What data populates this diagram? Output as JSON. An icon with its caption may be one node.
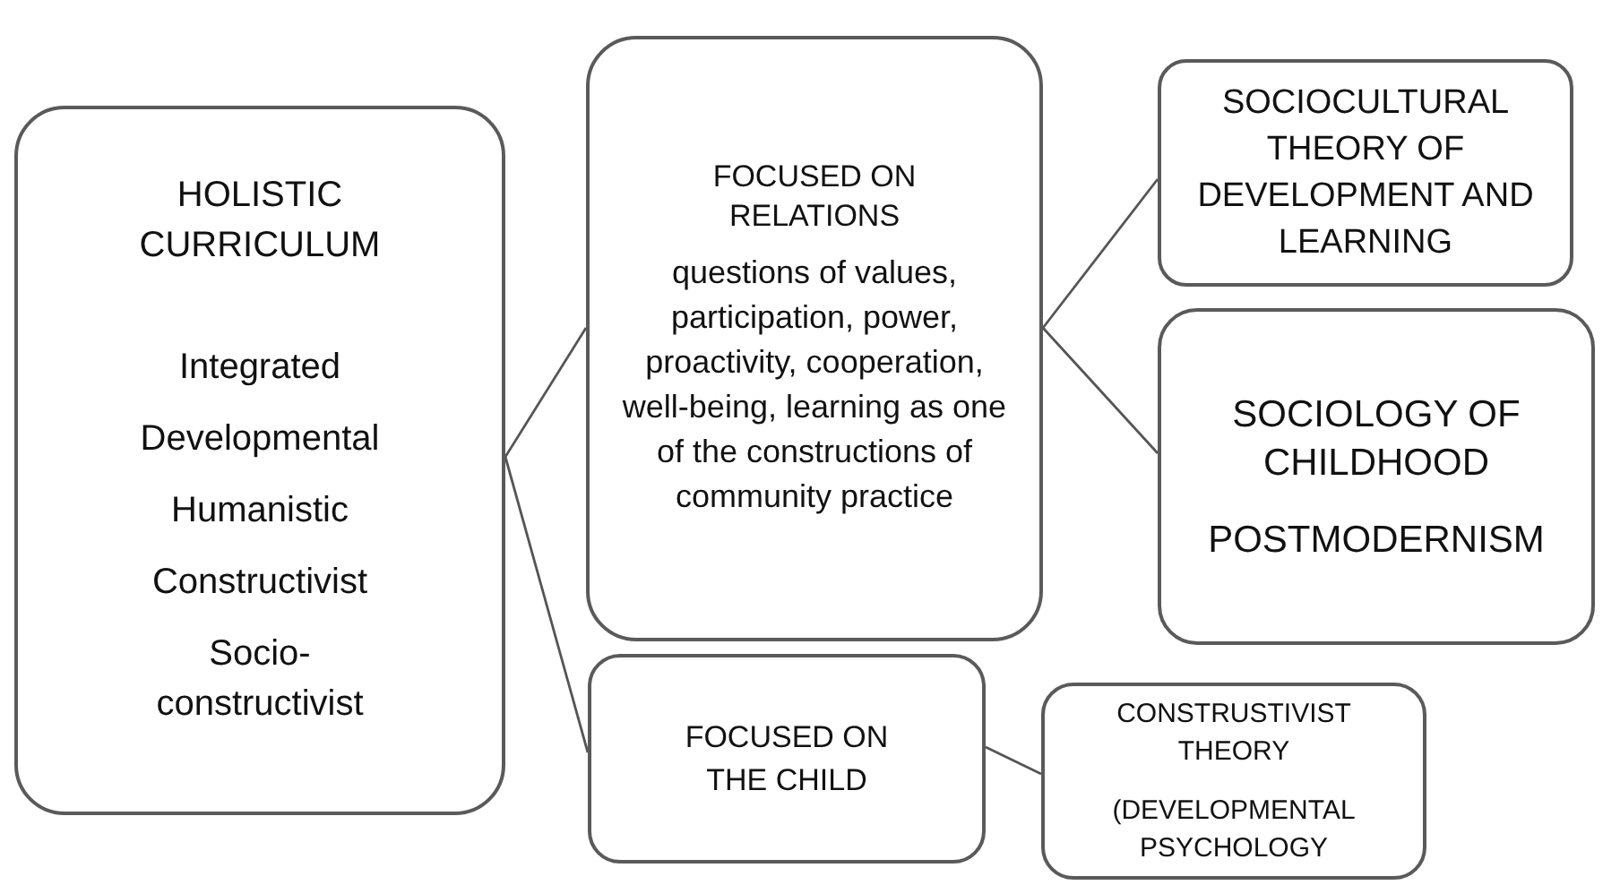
{
  "diagram": {
    "nodes": [
      {
        "text": [
          "HOLISTIC CURRICULUM",
          "Integrated",
          "Developmental",
          "Humanistic",
          "Constructivist",
          "Socio-constructivist"
        ]
      },
      {
        "text": [
          "FOCUSED ON RELATIONS",
          "questions of values, participation, power, proactivity, cooperation, well-being, learning as one of the constructions of community practice"
        ]
      },
      {
        "text": [
          "SOCIOCULTURAL THEORY OF DEVELOPMENT AND LEARNING"
        ]
      },
      {
        "text": [
          "SOCIOLOGY OF CHILDHOOD",
          "POSTMODERNISM"
        ]
      },
      {
        "text": [
          "FOCUSED ON THE CHILD"
        ]
      },
      {
        "text": [
          "CONSTRUSTIVIST THEORY",
          "(DEVELOPMENTAL PSYCHOLOGY"
        ]
      }
    ],
    "edges": [
      {
        "from": 0,
        "to": 1,
        "arrow": "none"
      },
      {
        "from": 0,
        "to": 4,
        "arrow": "none"
      },
      {
        "from": 1,
        "to": 2,
        "arrow": "none"
      },
      {
        "from": 1,
        "to": 3,
        "arrow": "none"
      },
      {
        "from": 4,
        "to": 5,
        "arrow": "none"
      }
    ]
  }
}
